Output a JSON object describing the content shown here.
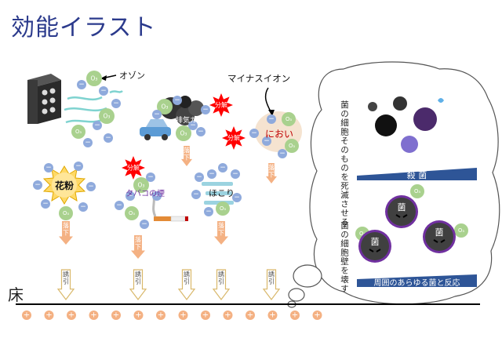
{
  "title": "効能イラスト",
  "floor_label": "床",
  "ion_minus": "−",
  "ion_plus": "+",
  "ozone_ball": "O₃",
  "labels": {
    "ozone": "オゾン",
    "minus_ion": "マイナスイオン",
    "exhaust": "排気ガス",
    "decompose": "分解",
    "smell": "におい",
    "pollen": "花粉",
    "tobacco": "タバコの煙",
    "dust": "ほこり",
    "fall": "落下",
    "induce": "誘引",
    "germ": "菌"
  },
  "bubble": {
    "kill_desc": "菌の細胞そのものを死滅させる",
    "kill_label": "殺 菌",
    "wall_desc": "菌の細胞壁を壊す",
    "react_label": "周囲のあらゆる菌と反応"
  },
  "colors": {
    "title": "#2b3a8c",
    "ozone_ball": "#a9d18e",
    "minus_ion": "#8faadc",
    "plus_ion": "#f4b183",
    "arrow": "#f4b183",
    "bar": "#2e5597",
    "germ_ring": "#7030a0"
  }
}
